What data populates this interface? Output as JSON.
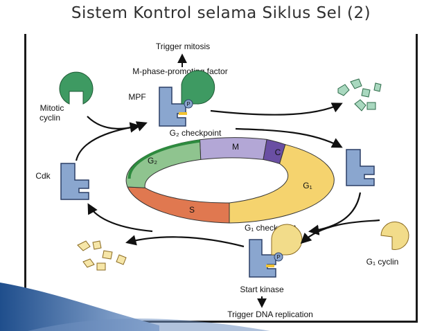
{
  "title": "Sistem Kontrol selama Siklus Sel (2)",
  "diagram": {
    "trigger_mitosis": "Trigger mitosis",
    "mpf_full": "M-phase-promoting factor",
    "mpf": "MPF",
    "mitotic_cyclin_line1": "Mitotic",
    "mitotic_cyclin_line2": "cyclin",
    "g2_checkpoint": "G₂ checkpoint",
    "cdk": "Cdk",
    "g1_checkpoint": "G₁ checkpoint",
    "g1_cyclin": "G₁ cyclin",
    "start_kinase": "Start kinase",
    "trigger_dna": "Trigger DNA replication",
    "phosphate": "P",
    "phases": {
      "m": "M",
      "c": "C",
      "g1": "G₁",
      "s": "S",
      "g2": "G₂"
    },
    "colors": {
      "cdk_blue": "#8aa6cf",
      "cdk_outline": "#2b3f66",
      "mitotic_cyclin_green": "#3e9a62",
      "g1_cyclin_yellow": "#f2dc8a",
      "ring_m": "#b3a7d6",
      "ring_c": "#6a4fa3",
      "ring_g1": "#f5d36e",
      "ring_s": "#e07850",
      "ring_g2": "#8fc48f",
      "ring_g2_band": "#2d8a3e"
    }
  }
}
